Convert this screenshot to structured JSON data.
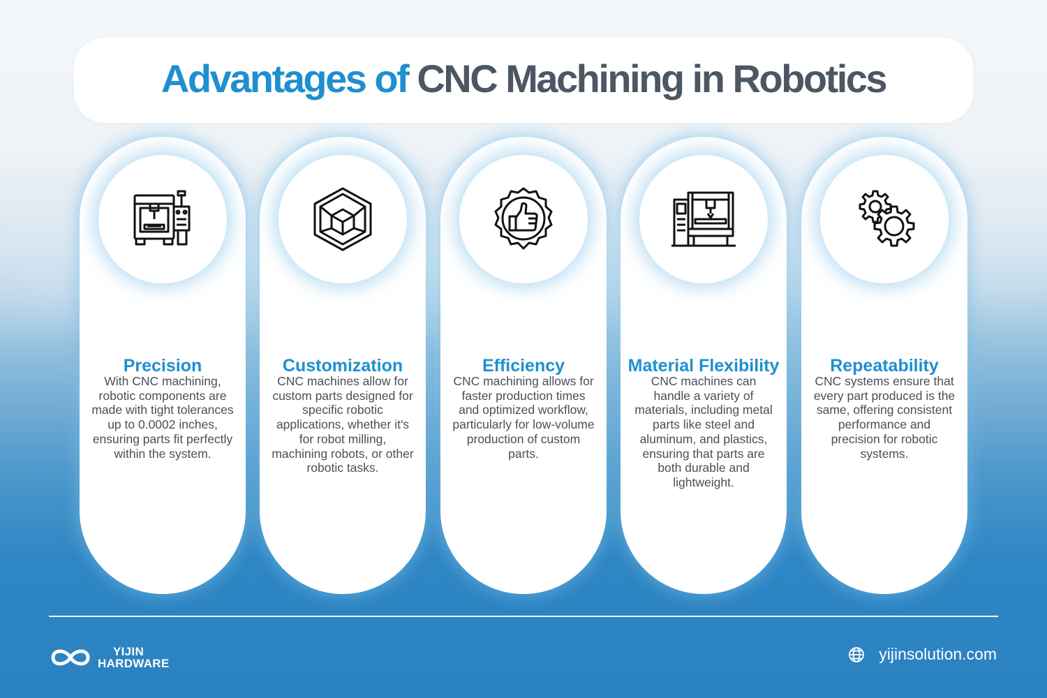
{
  "header": {
    "title_highlight": "Advantages of",
    "title_rest": "CNC Machining in Robotics"
  },
  "cards": [
    {
      "icon": "cnc-machine-icon",
      "title": "Precision",
      "text": "With CNC machining, robotic components are made with tight tolerances up to 0.0002 inches, ensuring parts fit perfectly within the system."
    },
    {
      "icon": "cube-in-hexagon-icon",
      "title": "Customization",
      "text": "CNC machines allow for custom parts designed for specific robotic applications, whether it's for robot milling, machining robots, or other robotic tasks."
    },
    {
      "icon": "thumbs-up-badge-icon",
      "title": "Efficiency",
      "text": "CNC machining allows for faster production times and optimized workflow, particularly for low-volume production of custom parts."
    },
    {
      "icon": "industrial-machine-icon",
      "title": "Material Flexibility",
      "text": "CNC machines can handle a variety of materials, including metal parts like steel and aluminum, and plastics, ensuring that parts are both durable and lightweight."
    },
    {
      "icon": "gears-icon",
      "title": "Repeatability",
      "text": "CNC systems ensure that every part produced is the same, offering consistent performance and precision for robotic systems."
    }
  ],
  "footer": {
    "brand_line1": "YIJIN",
    "brand_line2": "HARDWARE",
    "website": "yijinsolution.com",
    "website_icon": "globe-icon"
  },
  "colors": {
    "accent": "#1f8fcf",
    "title_dark": "#4d5663",
    "body_text": "#4a4f57",
    "background_blue": "#2a82c1"
  }
}
